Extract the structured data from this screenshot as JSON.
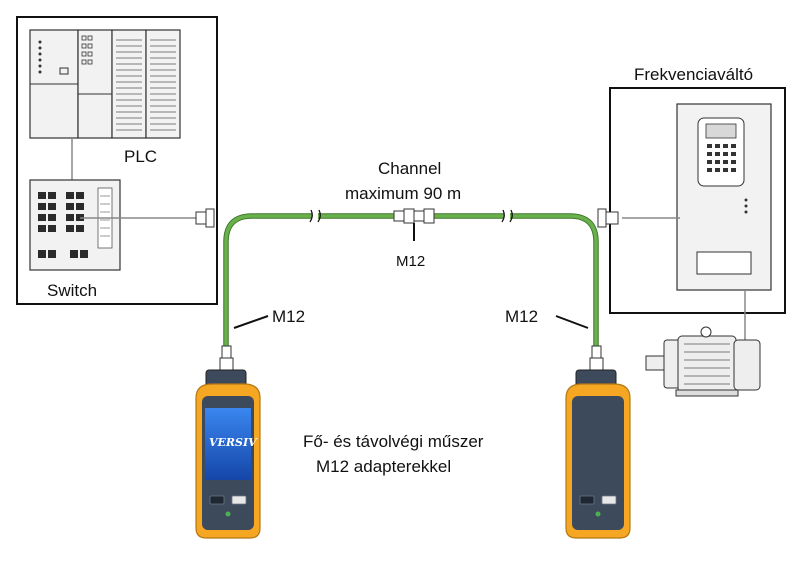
{
  "labels": {
    "plc": "PLC",
    "switch": "Switch",
    "vfd": "Frekvenciaváltó",
    "channel_line1": "Channel",
    "channel_line2": "maximum 90 m",
    "m12_center": "M12",
    "m12_left": "M12",
    "m12_right": "M12",
    "caption_line1": "Fő- és távolvégi műszer",
    "caption_line2": "M12 adapterekkel",
    "tester_brand": "VERSIV"
  },
  "colors": {
    "cable": "#6ab04c",
    "cable_dark": "#3d7a2c",
    "tester_body": "#f5a623",
    "tester_face": "#3d4a5c",
    "tester_screen": "#2a6fd6",
    "panel_border": "#111111",
    "device_gray": "#e8e8e8"
  },
  "icons": {
    "plc": "plc-rack-icon",
    "switch": "ethernet-switch-icon",
    "vfd": "frequency-drive-icon",
    "motor": "electric-motor-icon",
    "tester_main": "main-tester-icon",
    "tester_remote": "remote-tester-icon"
  }
}
